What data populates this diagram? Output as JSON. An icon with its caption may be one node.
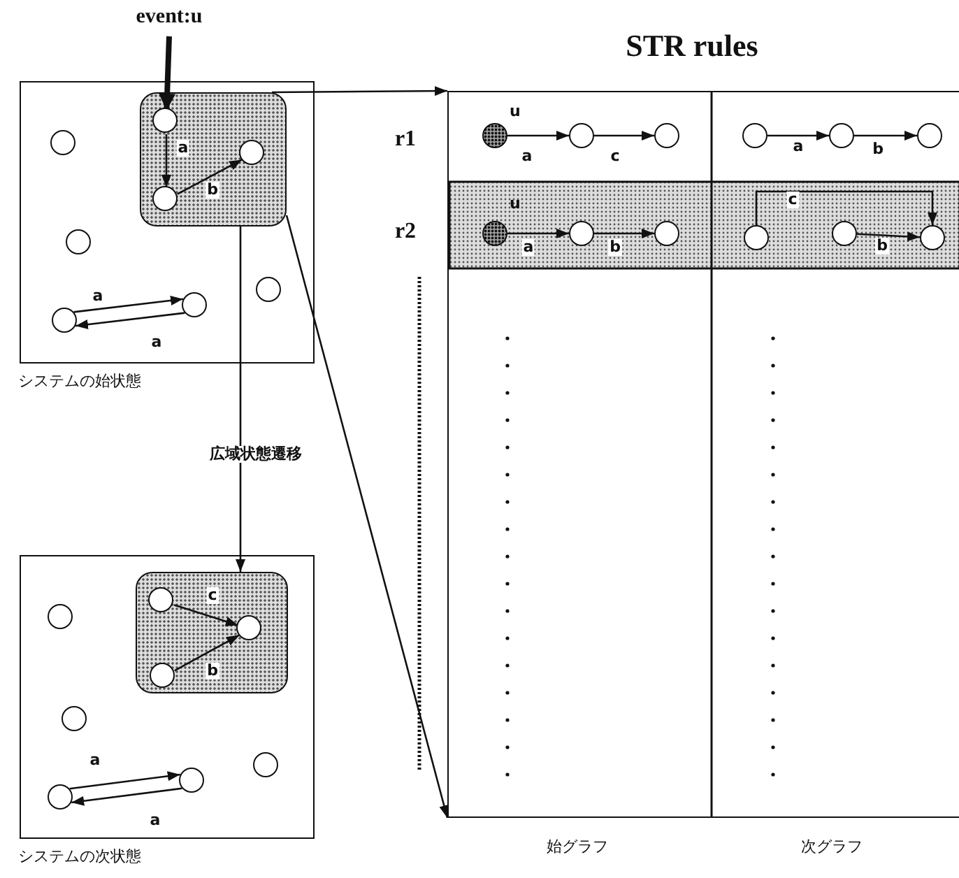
{
  "diagram": {
    "title": "STR rules",
    "nodes": [
      {
        "text": [
          "event:u"
        ]
      },
      {
        "text": [
          "システムの始状態"
        ]
      },
      {
        "text": [],
        "shape": "box",
        "in": 1
      },
      {
        "text": [],
        "shape": "circle",
        "in": 2
      },
      {
        "text": [],
        "shape": "circle",
        "in": 2
      },
      {
        "text": [],
        "shape": "circle",
        "in": 2
      },
      {
        "text": [],
        "shape": "circle",
        "in": 1
      },
      {
        "text": [],
        "shape": "circle",
        "in": 1
      },
      {
        "text": [],
        "shape": "circle",
        "in": 1
      },
      {
        "text": [],
        "shape": "circle",
        "in": 1
      },
      {
        "text": [],
        "shape": "circle",
        "in": 1
      },
      {
        "text": [
          "システムの次状態"
        ]
      },
      {
        "text": [],
        "shape": "box",
        "in": 11
      },
      {
        "text": [],
        "shape": "circle",
        "in": 12
      },
      {
        "text": [],
        "shape": "circle",
        "in": 12
      },
      {
        "text": [],
        "shape": "circle",
        "in": 12
      },
      {
        "text": [],
        "shape": "circle",
        "in": 11
      },
      {
        "text": [],
        "shape": "circle",
        "in": 11
      },
      {
        "text": [],
        "shape": "circle",
        "in": 11
      },
      {
        "text": [],
        "shape": "circle",
        "in": 11
      },
      {
        "text": [],
        "shape": "circle",
        "in": 11
      },
      {
        "text": [],
        "shape": "box"
      },
      {
        "text": [],
        "shape": "circle",
        "beside": [
          "u"
        ],
        "in": 21
      },
      {
        "text": [],
        "shape": "circle",
        "in": 21
      },
      {
        "text": [],
        "shape": "circle",
        "in": 21
      },
      {
        "text": [],
        "shape": "circle",
        "in": 21
      },
      {
        "text": [],
        "shape": "circle",
        "in": 21
      },
      {
        "text": [],
        "shape": "circle",
        "in": 21
      },
      {
        "text": [],
        "shape": "circle",
        "beside": [
          "u"
        ],
        "in": 21
      },
      {
        "text": [],
        "shape": "circle",
        "in": 21
      },
      {
        "text": [],
        "shape": "circle",
        "in": 21
      },
      {
        "text": [],
        "shape": "circle",
        "in": 21
      },
      {
        "text": [],
        "shape": "circle",
        "in": 21
      },
      {
        "text": [],
        "shape": "circle",
        "in": 21
      }
    ],
    "edges": [
      {
        "from": 0,
        "to": 3,
        "arrow": "to",
        "style": "thick"
      },
      {
        "from": 3,
        "to": 4,
        "arrow": "to",
        "label": "a"
      },
      {
        "from": 4,
        "to": 5,
        "arrow": "to",
        "label": "b"
      },
      {
        "from": 8,
        "to": 9,
        "arrow": "to",
        "label": "a"
      },
      {
        "from": 9,
        "to": 8,
        "arrow": "to",
        "label": "a"
      },
      {
        "from": 2,
        "to": 21,
        "arrow": "to"
      },
      {
        "from": 2,
        "to": 21,
        "arrow": "to"
      },
      {
        "from": 2,
        "to": 12,
        "arrow": "to",
        "label": "広域状態遷移"
      },
      {
        "from": 13,
        "to": 15,
        "arrow": "to",
        "label": "c"
      },
      {
        "from": 14,
        "to": 15,
        "arrow": "to",
        "label": "b"
      },
      {
        "from": 18,
        "to": 19,
        "arrow": "to",
        "label": "a"
      },
      {
        "from": 19,
        "to": 18,
        "arrow": "to",
        "label": "a"
      },
      {
        "from": 22,
        "to": 23,
        "arrow": "to",
        "label": "a"
      },
      {
        "from": 23,
        "to": 24,
        "arrow": "to",
        "label": "c"
      },
      {
        "from": 25,
        "to": 26,
        "arrow": "to",
        "label": "a"
      },
      {
        "from": 26,
        "to": 27,
        "arrow": "to",
        "label": "b"
      },
      {
        "from": 28,
        "to": 29,
        "arrow": "to",
        "label": "a"
      },
      {
        "from": 29,
        "to": 30,
        "arrow": "to",
        "label": "b"
      },
      {
        "from": 31,
        "to": 33,
        "arrow": "to",
        "label": "c"
      },
      {
        "from": 32,
        "to": 33,
        "arrow": "to",
        "label": "b"
      }
    ],
    "labels": [
      "r1",
      "r2",
      "始グラフ",
      "次グラフ"
    ]
  }
}
